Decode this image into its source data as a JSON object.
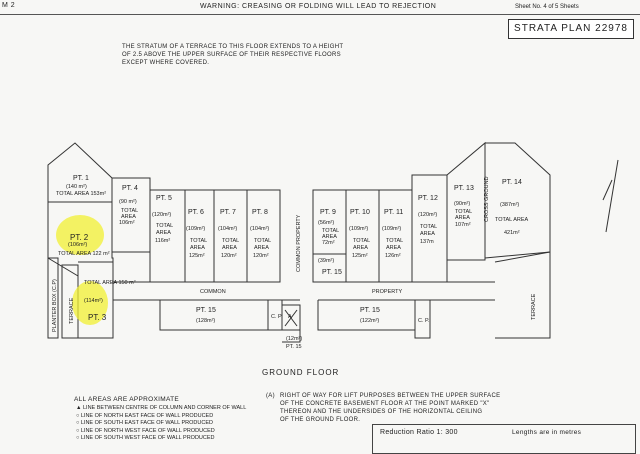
{
  "header": {
    "corner": "M 2",
    "warning": "WARNING: CREASING OR FOLDING WILL LEAD TO REJECTION",
    "sheet": "Sheet No. 4 of 5 Sheets",
    "strata_plan": "STRATA PLAN 22978"
  },
  "note_top": [
    "THE STRATUM OF A TERRACE TO THIS FLOOR EXTENDS TO A HEIGHT",
    "OF 2.5 ABOVE THE UPPER SURFACE OF THEIR RESPECTIVE FLOORS",
    "EXCEPT WHERE COVERED."
  ],
  "lots": {
    "pt1": {
      "name": "PT. 1",
      "area": "(140 m²)",
      "total": "TOTAL AREA 153m²"
    },
    "pt2": {
      "name": "PT. 2",
      "area": "(106m²)",
      "total": "TOTAL AREA 122 m²"
    },
    "pt3": {
      "name": "PT. 3",
      "area": "(114m²)",
      "total": "TOTAL AREA 150 m²"
    },
    "pt4": {
      "name": "PT. 4",
      "area": "(90 m²)",
      "total1": "TOTAL",
      "total2": "AREA",
      "total3": "106m²"
    },
    "pt5": {
      "name": "PT. 5",
      "area": "(120m²)",
      "total1": "TOTAL",
      "total2": "AREA",
      "total3": "116m²"
    },
    "pt6": {
      "name": "PT. 6",
      "area": "(109m²)",
      "total1": "TOTAL",
      "total2": "AREA",
      "total3": "125m²"
    },
    "pt7": {
      "name": "PT. 7",
      "area": "(104m²)",
      "total1": "TOTAL",
      "total2": "AREA",
      "total3": "120m²"
    },
    "pt8": {
      "name": "PT. 8",
      "area": "(104m²)",
      "total1": "TOTAL",
      "total2": "AREA",
      "total3": "120m²"
    },
    "pt9": {
      "name": "PT. 9",
      "area": "(56m²)",
      "total1": "TOTAL",
      "total2": "AREA",
      "total3": "72m²"
    },
    "pt10": {
      "name": "PT. 10",
      "area": "(109m²)",
      "total1": "TOTAL",
      "total2": "AREA",
      "total3": "125m²"
    },
    "pt11": {
      "name": "PT. 11",
      "area": "(109m²)",
      "total1": "TOTAL",
      "total2": "AREA",
      "total3": "126m²"
    },
    "pt12": {
      "name": "PT. 12",
      "area": "(120m²)",
      "total1": "TOTAL",
      "total2": "AREA",
      "total3": "137m"
    },
    "pt13": {
      "name": "PT. 13",
      "area": "(90m²)",
      "total1": "TOTAL",
      "total2": "AREA",
      "total3": "107m²"
    },
    "pt14": {
      "name": "PT. 14",
      "area": "(387m²)",
      "total": "TOTAL AREA",
      "total3": "421m²"
    },
    "pt15a": {
      "name": "PT. 15",
      "area": "(128m²)"
    },
    "pt15b": {
      "name": "PT. 15",
      "area": "(122m²)"
    },
    "pt15c": {
      "name": "PT. 15",
      "area": "(39m²)"
    },
    "pt15d": {
      "name": "PT. 15",
      "area": "(12m²)"
    }
  },
  "labels": {
    "common_property_v": "COMMON PROPERTY",
    "common": "COMMON",
    "property": "PROPERTY",
    "planter": "PLANTER BOX (C.P)",
    "terrace_l": "TERRACE",
    "terrace_r": "TERRACE",
    "cp1": "C. P.",
    "cp2": "C. P.",
    "a_mark": "A",
    "ground_floor": "GROUND FLOOR",
    "ground_floor_cross": "CROSS GROUND"
  },
  "row_note": {
    "key": "(A)",
    "lines": [
      "RIGHT OF WAY FOR LIFT PURPOSES BETWEEN THE UPPER SURFACE",
      "OF THE CONCRETE BASEMENT FLOOR AT THE POINT MARKED \"X\"",
      "THEREON AND THE UNDERSIDES OF THE HORIZONTAL CEILING",
      "OF THE GROUND FLOOR."
    ]
  },
  "legend": {
    "title": "ALL AREAS ARE APPROXIMATE",
    "items": [
      "LINE BETWEEN CENTRE OF COLUMN AND CORNER OF WALL",
      "LINE OF NORTH EAST FACE OF WALL PRODUCED",
      "LINE OF SOUTH EAST FACE OF WALL PRODUCED",
      "LINE OF NORTH WEST FACE OF WALL PRODUCED",
      "LINE OF SOUTH WEST FACE OF WALL PRODUCED"
    ]
  },
  "footer": {
    "ratio": "Reduction Ratio 1: 300",
    "lengths": "Lengths are in metres"
  },
  "colors": {
    "highlight": "#f2f032",
    "line": "#333333"
  }
}
